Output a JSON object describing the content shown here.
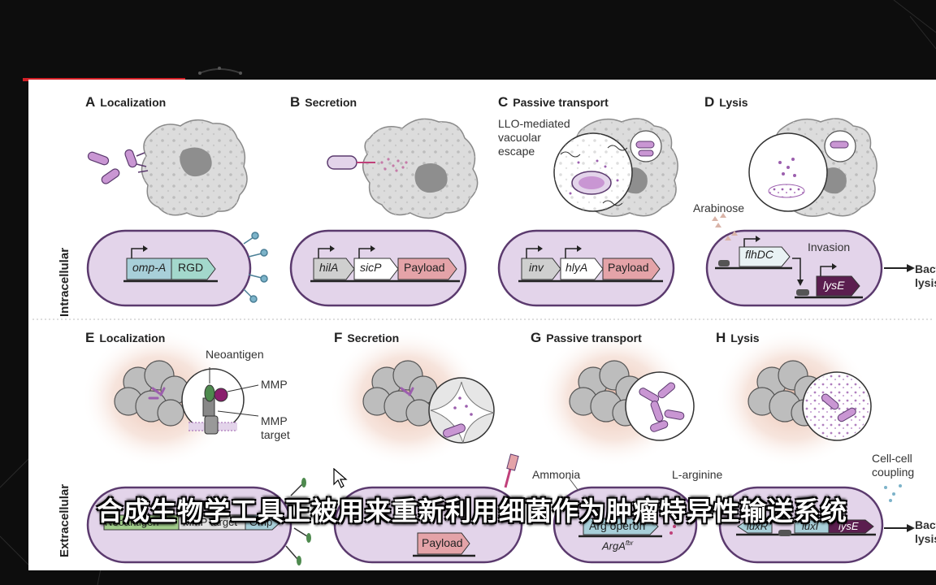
{
  "rows": {
    "intracellular": "Intracellular",
    "extracellular": "Extracellular"
  },
  "panels": [
    {
      "letter": "A",
      "title": "Localization"
    },
    {
      "letter": "B",
      "title": "Secretion"
    },
    {
      "letter": "C",
      "title": "Passive transport"
    },
    {
      "letter": "D",
      "title": "Lysis"
    },
    {
      "letter": "E",
      "title": "Localization"
    },
    {
      "letter": "F",
      "title": "Secretion"
    },
    {
      "letter": "G",
      "title": "Passive transport"
    },
    {
      "letter": "H",
      "title": "Lysis"
    }
  ],
  "annotations": {
    "llo_line1": "LLO-mediated",
    "llo_line2": "vacuolar",
    "llo_line3": "escape",
    "arabinose": "Arabinose",
    "invasion": "Invasion",
    "bact_lysis_1a": "Bact",
    "bact_lysis_1b": "lysis",
    "neoantigen": "Neoantigen",
    "mmp": "MMP",
    "mmp_target_1": "MMP",
    "mmp_target_2": "target",
    "ammonia": "Ammonia",
    "larginine": "L-arginine",
    "cellcell_1": "Cell-cell",
    "cellcell_2": "coupling",
    "bact_lysis_2a": "Bact",
    "bact_lysis_2b": "lysis"
  },
  "genes": {
    "ompA": "omp-A",
    "rgd": "RGD",
    "hilA": "hilA",
    "sicP": "sicP",
    "payloadB": "Payload",
    "inv": "inv",
    "hlyA": "hlyA",
    "payloadC": "Payload",
    "flhDC": "flhDC",
    "lysE": "lysE",
    "neoantigen": "Neoantigen",
    "mmpTarget": "MMP target",
    "omp": "Omp",
    "payloadF": "Payload",
    "argOperon": "Arg operon",
    "argA": "ArgA",
    "argAsup": "fbr",
    "luxR": "luxR",
    "luxI": "luxI",
    "lysE2": "lysE"
  },
  "subtitle": "合成生物学工具正被用来重新利用细菌作为肿瘤特异性输送系统",
  "colors": {
    "red": "#d21f26",
    "capsule": "#e3d4ea",
    "capsuleStroke": "#5b3a6e",
    "purple": "#b27dc2",
    "payload": "#e4a3a8",
    "teal": "#a8cfd9",
    "green": "#a3cf8c",
    "darkPurple": "#5b1e4f",
    "tumorGlow": "#e8b7a3"
  }
}
